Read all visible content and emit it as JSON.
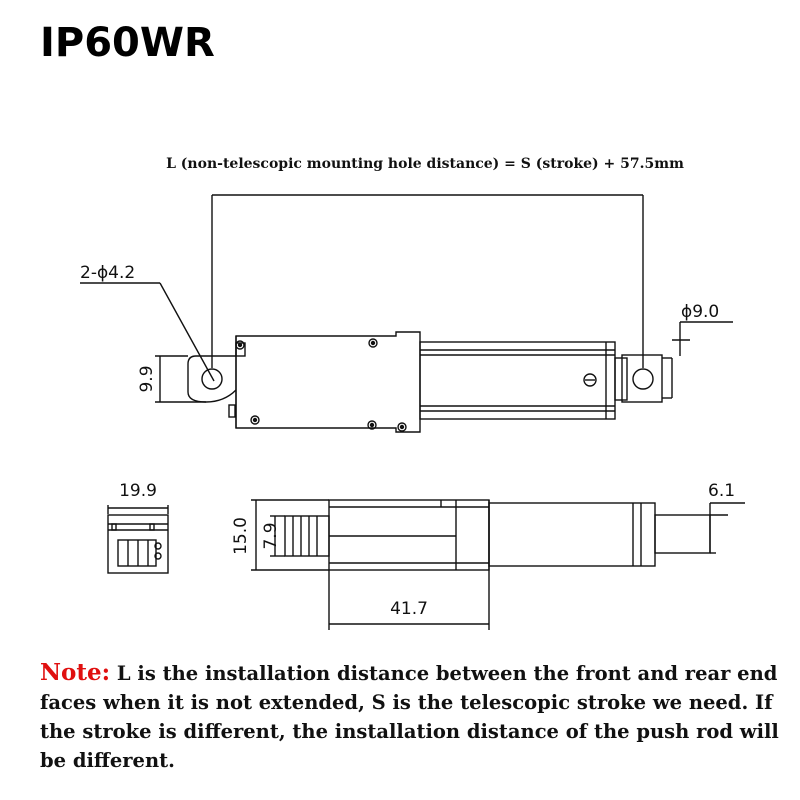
{
  "title": "IP60WR",
  "formula": "L (non-telescopic mounting hole distance) = S (stroke) + 57.5mm",
  "dims": {
    "hole": "2-ϕ4.2",
    "rod_hole": "ϕ9.0",
    "height_front": "9.9",
    "end_width": "19.9",
    "body_height": "15.0",
    "inner_height": "7.9",
    "body_length": "41.7",
    "rod_diameter": "6.1"
  },
  "note": {
    "label": "Note:",
    "text": " L is the installation distance between the front and rear end faces when it is not extended, S is the telescopic stroke we need. If the stroke is different, the installation distance of the push rod will be different."
  }
}
